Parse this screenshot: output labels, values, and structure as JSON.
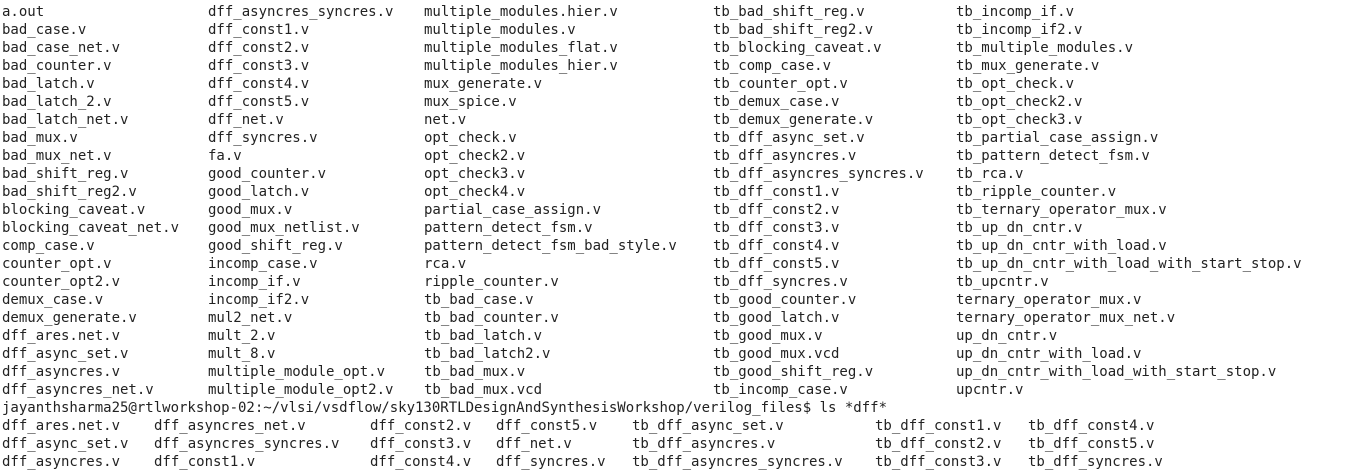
{
  "listing1": {
    "rows": [
      [
        "a.out",
        "dff_asyncres_syncres.v",
        "multiple_modules.hier.v",
        "tb_bad_shift_reg.v",
        "tb_incomp_if.v"
      ],
      [
        "bad_case.v",
        "dff_const1.v",
        "multiple_modules.v",
        "tb_bad_shift_reg2.v",
        "tb_incomp_if2.v"
      ],
      [
        "bad_case_net.v",
        "dff_const2.v",
        "multiple_modules_flat.v",
        "tb_blocking_caveat.v",
        "tb_multiple_modules.v"
      ],
      [
        "bad_counter.v",
        "dff_const3.v",
        "multiple_modules_hier.v",
        "tb_comp_case.v",
        "tb_mux_generate.v"
      ],
      [
        "bad_latch.v",
        "dff_const4.v",
        "mux_generate.v",
        "tb_counter_opt.v",
        "tb_opt_check.v"
      ],
      [
        "bad_latch_2.v",
        "dff_const5.v",
        "mux_spice.v",
        "tb_demux_case.v",
        "tb_opt_check2.v"
      ],
      [
        "bad_latch_net.v",
        "dff_net.v",
        "net.v",
        "tb_demux_generate.v",
        "tb_opt_check3.v"
      ],
      [
        "bad_mux.v",
        "dff_syncres.v",
        "opt_check.v",
        "tb_dff_async_set.v",
        "tb_partial_case_assign.v"
      ],
      [
        "bad_mux_net.v",
        "fa.v",
        "opt_check2.v",
        "tb_dff_asyncres.v",
        "tb_pattern_detect_fsm.v"
      ],
      [
        "bad_shift_reg.v",
        "good_counter.v",
        "opt_check3.v",
        "tb_dff_asyncres_syncres.v",
        "tb_rca.v"
      ],
      [
        "bad_shift_reg2.v",
        "good_latch.v",
        "opt_check4.v",
        "tb_dff_const1.v",
        "tb_ripple_counter.v"
      ],
      [
        "blocking_caveat.v",
        "good_mux.v",
        "partial_case_assign.v",
        "tb_dff_const2.v",
        "tb_ternary_operator_mux.v"
      ],
      [
        "blocking_caveat_net.v",
        "good_mux_netlist.v",
        "pattern_detect_fsm.v",
        "tb_dff_const3.v",
        "tb_up_dn_cntr.v"
      ],
      [
        "comp_case.v",
        "good_shift_reg.v",
        "pattern_detect_fsm_bad_style.v",
        "tb_dff_const4.v",
        "tb_up_dn_cntr_with_load.v"
      ],
      [
        "counter_opt.v",
        "incomp_case.v",
        "rca.v",
        "tb_dff_const5.v",
        "tb_up_dn_cntr_with_load_with_start_stop.v"
      ],
      [
        "counter_opt2.v",
        "incomp_if.v",
        "ripple_counter.v",
        "tb_dff_syncres.v",
        "tb_upcntr.v"
      ],
      [
        "demux_case.v",
        "incomp_if2.v",
        "tb_bad_case.v",
        "tb_good_counter.v",
        "ternary_operator_mux.v"
      ],
      [
        "demux_generate.v",
        "mul2_net.v",
        "tb_bad_counter.v",
        "tb_good_latch.v",
        "ternary_operator_mux_net.v"
      ],
      [
        "dff_ares.net.v",
        "mult_2.v",
        "tb_bad_latch.v",
        "tb_good_mux.v",
        "up_dn_cntr.v"
      ],
      [
        "dff_async_set.v",
        "mult_8.v",
        "tb_bad_latch2.v",
        "tb_good_mux.vcd",
        "up_dn_cntr_with_load.v"
      ],
      [
        "dff_asyncres.v",
        "multiple_module_opt.v",
        "tb_bad_mux.v",
        "tb_good_shift_reg.v",
        "up_dn_cntr_with_load_with_start_stop.v"
      ],
      [
        "dff_asyncres_net.v",
        "multiple_module_opt2.v",
        "tb_bad_mux.vcd",
        "tb_incomp_case.v",
        "upcntr.v"
      ]
    ]
  },
  "prompt": {
    "text": "jayanthsharma25@rtlworkshop-02:~/vlsi/vsdflow/sky130RTLDesignAndSynthesisWorkshop/verilog_files$ ls *dff*"
  },
  "listing2": {
    "rows": [
      [
        "dff_ares.net.v",
        "dff_asyncres_net.v",
        "dff_const2.v",
        "dff_const5.v",
        "tb_dff_async_set.v",
        "tb_dff_const1.v",
        "tb_dff_const4.v"
      ],
      [
        "dff_async_set.v",
        "dff_asyncres_syncres.v",
        "dff_const3.v",
        "dff_net.v",
        "tb_dff_asyncres.v",
        "tb_dff_const2.v",
        "tb_dff_const5.v"
      ],
      [
        "dff_asyncres.v",
        "dff_const1.v",
        "dff_const4.v",
        "dff_syncres.v",
        "tb_dff_asyncres_syncres.v",
        "tb_dff_const3.v",
        "tb_dff_syncres.v"
      ]
    ]
  },
  "colors": {
    "background": "#ffffff",
    "text": "#222222"
  }
}
